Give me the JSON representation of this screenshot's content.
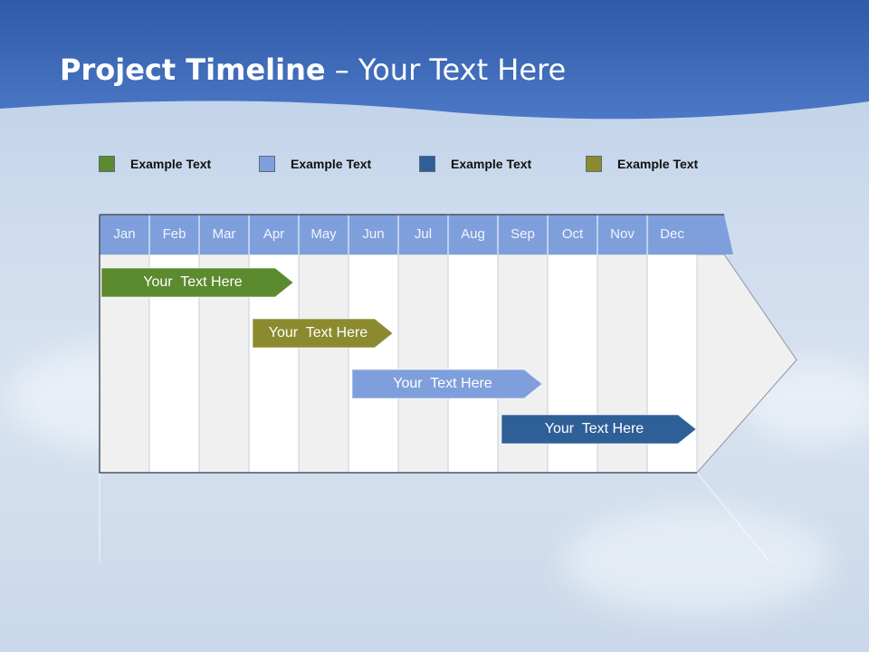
{
  "title": {
    "bold": "Project Timeline",
    "rest": " – Your Text Here"
  },
  "legend": [
    {
      "label": "Example Text",
      "color": "#5b8a2f"
    },
    {
      "label": "Example Text",
      "color": "#7f9fdc"
    },
    {
      "label": "Example Text",
      "color": "#2e5f97"
    },
    {
      "label": "Example Text",
      "color": "#8b8a2e"
    }
  ],
  "months": [
    "Jan",
    "Feb",
    "Mar",
    "Apr",
    "May",
    "Jun",
    "Jul",
    "Aug",
    "Sep",
    "Oct",
    "Nov",
    "Dec"
  ],
  "tasks": [
    {
      "label": "Your  Text Here",
      "color": "#5b8a2f",
      "start_month": "Jan",
      "end_month": "Apr"
    },
    {
      "label": "Your  Text Here",
      "color": "#8b8a2e",
      "start_month": "Apr",
      "end_month": "Jun"
    },
    {
      "label": "Your  Text Here",
      "color": "#7f9fdc",
      "start_month": "Jun",
      "end_month": "Sep"
    },
    {
      "label": "Your  Text Here",
      "color": "#2e5f97",
      "start_month": "Sep",
      "end_month": "Dec"
    }
  ],
  "colors": {
    "header_blue": "#3a66b8",
    "month_header": "#7f9fdc",
    "column_light": "#f0f0f0",
    "column_white": "#ffffff"
  }
}
